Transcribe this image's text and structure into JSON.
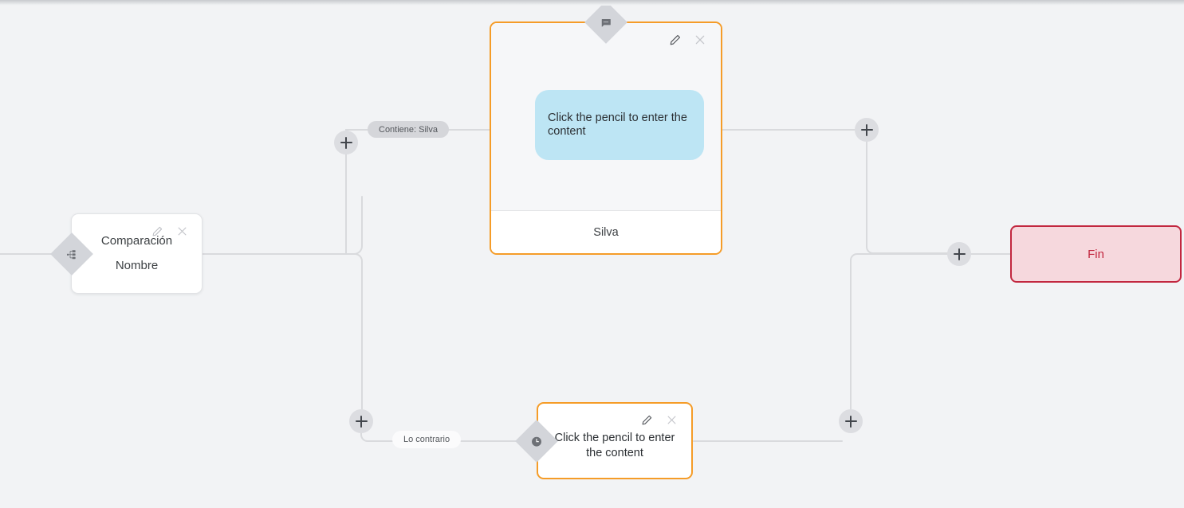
{
  "app": {
    "canvas_name": "flow-builder-canvas",
    "background_color": "#f2f3f5",
    "accent_orange": "#f59c28",
    "accent_crimson": "#c2273f",
    "bubble_blue": "#bde5f4",
    "handle_grey": "#d3d5da"
  },
  "nodes": {
    "comparison": {
      "title": "Comparación",
      "subtitle": "Nombre",
      "edit_icon": "pencil-icon",
      "close_icon": "close-icon",
      "handle_icon": "branch-icon"
    },
    "message": {
      "bubble_text": "Click the pencil to enter the content",
      "footer_label": "Silva",
      "edit_icon": "pencil-icon",
      "close_icon": "close-icon",
      "handle_icon": "chat-bubble-icon"
    },
    "delay": {
      "text": "Click the pencil to enter the content",
      "edit_icon": "pencil-icon",
      "close_icon": "close-icon",
      "handle_icon": "clock-icon"
    },
    "end": {
      "label": "Fin"
    }
  },
  "edge_labels": {
    "branch_true": "Contiene: Silva",
    "branch_false": "Lo contrario"
  },
  "add_buttons": {
    "label": "+",
    "top_left": "add-node-top-left",
    "top_right": "add-node-top-right",
    "bottom_left": "add-node-bottom-left",
    "bottom_right": "add-node-bottom-right",
    "end_left": "add-node-before-end"
  }
}
